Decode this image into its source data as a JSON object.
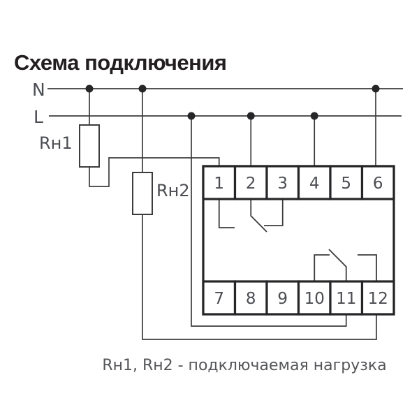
{
  "title": "Схема подключения",
  "bus": {
    "neutral_label": "N",
    "line_label": "L"
  },
  "loads": {
    "load1_label": "Rн1",
    "load2_label": "Rн2"
  },
  "device": {
    "top_terminals": [
      "1",
      "2",
      "3",
      "4",
      "5",
      "6"
    ],
    "bottom_terminals": [
      "7",
      "8",
      "9",
      "10",
      "11",
      "12"
    ]
  },
  "caption": "Rн1, Rн2 - подключаемая нагрузка",
  "colors": {
    "background": "#ffffff",
    "wire": "#3c3c3e",
    "device_border": "#262628",
    "title_text": "#231f20",
    "diagram_text": "#4b4d52",
    "caption_text": "#55565a"
  }
}
